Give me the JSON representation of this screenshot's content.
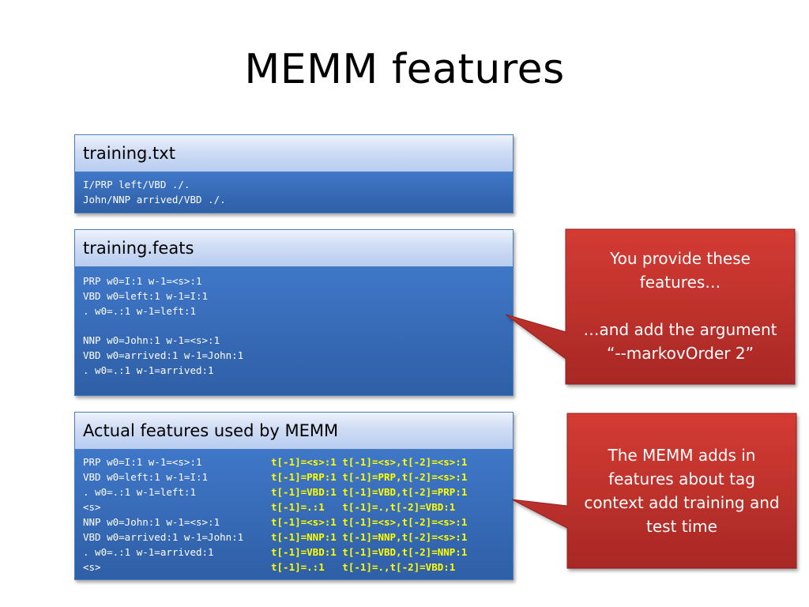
{
  "title": "MEMM features",
  "training_txt": {
    "header": "training.txt",
    "lines": [
      "I/PRP left/VBD ./.",
      "John/NNP arrived/VBD ./."
    ]
  },
  "training_feats": {
    "header": "training.feats",
    "lines": [
      "PRP w0=I:1 w-1=<s>:1",
      "VBD w0=left:1 w-1=I:1",
      ". w0=.:1 w-1=left:1",
      "NNP w0=John:1 w-1=<s>:1",
      "VBD w0=arrived:1 w-1=John:1",
      ". w0=.:1 w-1=arrived:1"
    ]
  },
  "actual_features": {
    "header": "Actual features used by MEMM",
    "rows": [
      {
        "left": "PRP w0=I:1 w-1=<s>:1",
        "right": "t[-1]=<s>:1 t[-1]=<s>,t[-2]=<s>:1"
      },
      {
        "left": "VBD w0=left:1 w-1=I:1",
        "right": "t[-1]=PRP:1 t[-1]=PRP,t[-2]=<s>:1"
      },
      {
        "left": ". w0=.:1 w-1=left:1",
        "right": "t[-1]=VBD:1 t[-1]=VBD,t[-2]=PRP:1"
      },
      {
        "left": "<s>",
        "right": "t[-1]=.:1   t[-1]=.,t[-2]=VBD:1"
      },
      {
        "left": "NNP w0=John:1 w-1=<s>:1",
        "right": "t[-1]=<s>:1 t[-1]=<s>,t[-2]=<s>:1"
      },
      {
        "left": "VBD w0=arrived:1 w-1=John:1",
        "right": "t[-1]=NNP:1 t[-1]=NNP,t[-2]=<s>:1"
      },
      {
        "left": ". w0=.:1 w-1=arrived:1",
        "right": "t[-1]=VBD:1 t[-1]=VBD,t[-2]=NNP:1"
      },
      {
        "left": "<s>",
        "right": "t[-1]=.:1   t[-1]=.,t[-2]=VBD:1"
      }
    ]
  },
  "callout_1": {
    "line1": "You provide these",
    "line2": "features…",
    "line3": "…and add the argument",
    "line4": "“--markovOrder 2”"
  },
  "callout_2": {
    "line1": "The MEMM adds in",
    "line2": "features about tag",
    "line3": "context add training and",
    "line4": "test time"
  },
  "colors": {
    "header_border": "#4a7ebb",
    "body_blue": "#2f5fa6",
    "highlight_yellow": "#ffff00",
    "callout_red": "#c0302c"
  }
}
